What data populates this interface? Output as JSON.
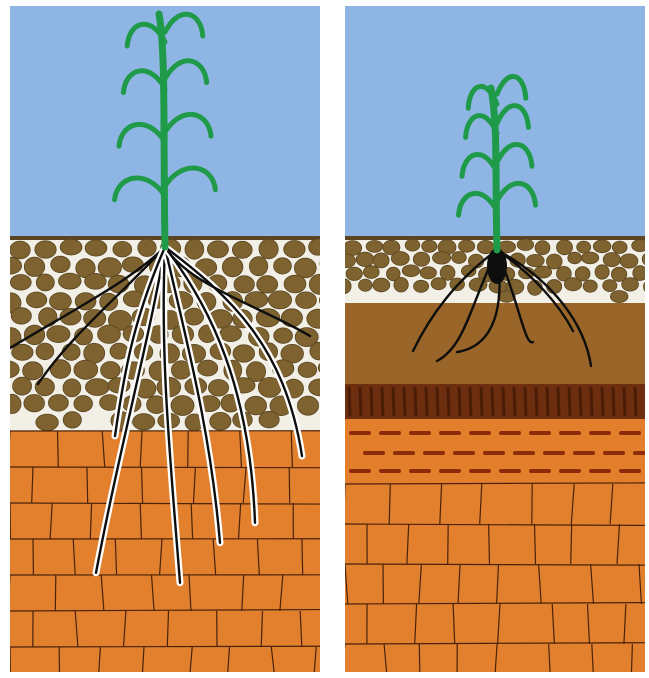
{
  "colors": {
    "sky": "#8fb5e4",
    "stem": "#1f9a48",
    "topsoil_bg": "#f1efe6",
    "clod": "#7e6330",
    "clod_edge": "#5a4520",
    "loam": "#9a6528",
    "hardpan": "#6d2e10",
    "hardpan_edge": "#4a1c06",
    "subsoil_band": "#e37e2c",
    "dash": "#8c2c06",
    "clay": "#e2802e",
    "clay_line": "#4a2208",
    "root": "#0e0e0e",
    "root_sheath": "#ffffff",
    "divider": "#ffffff"
  },
  "panels": [
    {
      "id": "deep-root-soil",
      "root_depth_fraction": 0.79
    },
    {
      "id": "shallow-root-soil",
      "root_depth_fraction": 0.55
    }
  ]
}
